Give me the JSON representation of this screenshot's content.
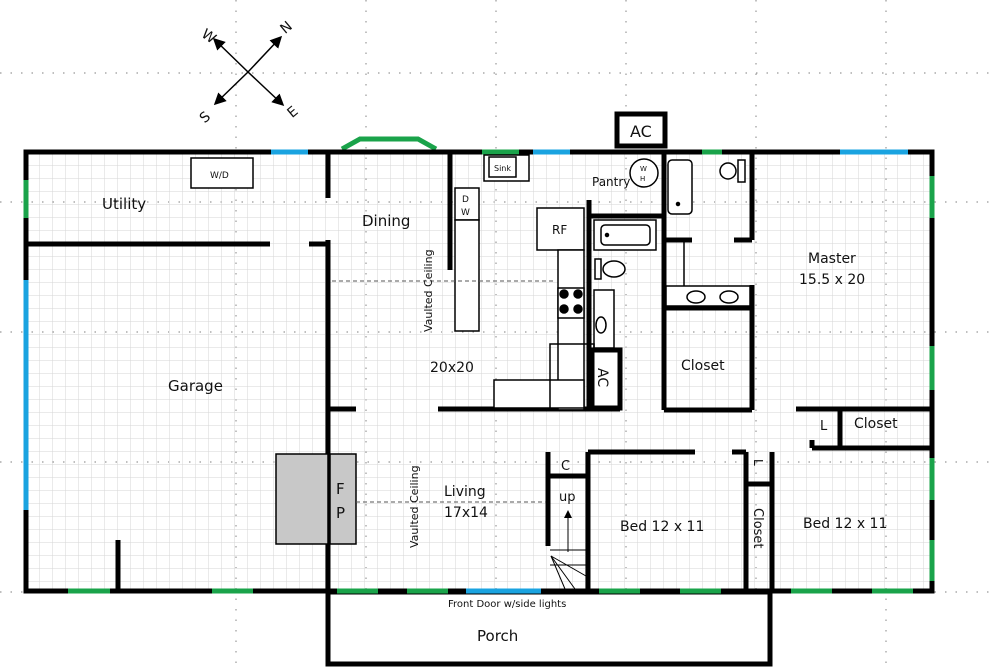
{
  "compass": {
    "n": "N",
    "s": "S",
    "e": "E",
    "w": "W"
  },
  "colors": {
    "wall": "#000000",
    "window_green": "#1aa34a",
    "window_blue": "#1aa3e0",
    "grid": "#d9d9d9",
    "fireplace": "#c8c8c8"
  },
  "rooms": {
    "utility": "Utility",
    "washer_dryer": "W/D",
    "garage": "Garage",
    "dining": "Dining",
    "vaulted_dining": "Vaulted Ceiling",
    "kitchen_size": "20x20",
    "sink": "Sink",
    "dishwasher_d": "D",
    "dishwasher_w": "W",
    "refrigerator": "RF",
    "pantry": "Pantry",
    "water_heater_w": "W",
    "water_heater_h": "H",
    "ac_outdoor": "AC",
    "ac_indoor": "AC",
    "master": "Master",
    "master_size": "15.5  x 20",
    "master_closet": "Closet",
    "linen_1": "L",
    "hall_closet": "Closet",
    "fireplace_f": "F",
    "fireplace_p": "P",
    "vaulted_living": "Vaulted Ceiling",
    "living": "Living",
    "living_size": "17x14",
    "coat_closet": "C",
    "stairs_up": "up",
    "bed1": "Bed 12 x 11",
    "linen_2": "L",
    "bed_closet": "Closet",
    "bed2": "Bed 12 x 11",
    "front_door": "Front Door w/side lights",
    "porch": "Porch"
  }
}
